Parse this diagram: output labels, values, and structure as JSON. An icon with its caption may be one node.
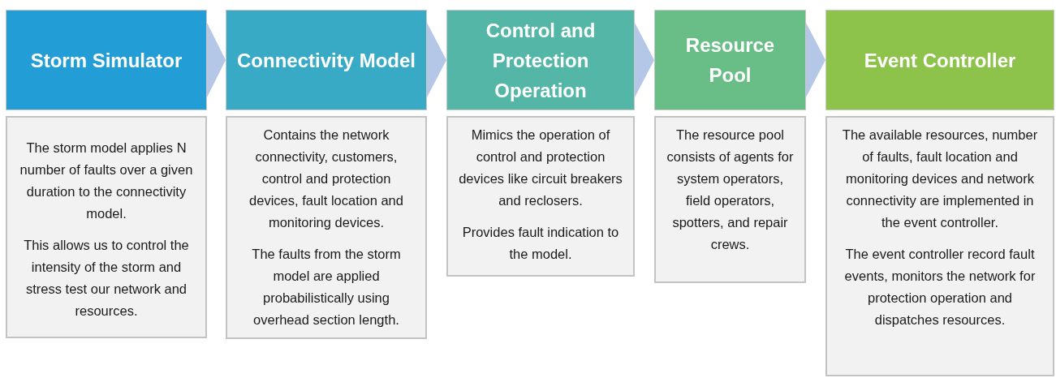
{
  "diagram": {
    "nodes": [
      {
        "text": [
          "Storm Simulator"
        ]
      },
      {
        "text": [
          "Connectivity Model"
        ]
      },
      {
        "text": [
          "Control and Protection Operation"
        ]
      },
      {
        "text": [
          "Resource Pool"
        ]
      },
      {
        "text": [
          "Event Controller"
        ]
      },
      {
        "text": [
          "The storm model applies N number of faults over a given duration to the connectivity model.",
          "This allows us to control the intensity of the storm and stress test our network and resources."
        ]
      },
      {
        "text": [
          "Contains the network connectivity, customers, control and protection devices, fault location and monitoring devices.",
          "The faults from the storm model are applied probabilistically using overhead section length."
        ]
      },
      {
        "text": [
          "Mimics the operation of control and protection devices like circuit breakers and reclosers.",
          "Provides fault indication to the model."
        ]
      },
      {
        "text": [
          "The resource pool consists of agents for system operators, field operators, spotters, and repair crews."
        ]
      },
      {
        "text": [
          "The available resources, number of faults, fault location and monitoring devices and network connectivity are implemented in the event controller.",
          "The event controller record fault events, monitors the network for protection operation and dispatches resources."
        ]
      }
    ],
    "edges": [
      {
        "from": 0,
        "to": 1,
        "arrow": "to"
      },
      {
        "from": 1,
        "to": 2,
        "arrow": "to"
      },
      {
        "from": 2,
        "to": 3,
        "arrow": "to"
      },
      {
        "from": 3,
        "to": 4,
        "arrow": "to"
      }
    ]
  }
}
